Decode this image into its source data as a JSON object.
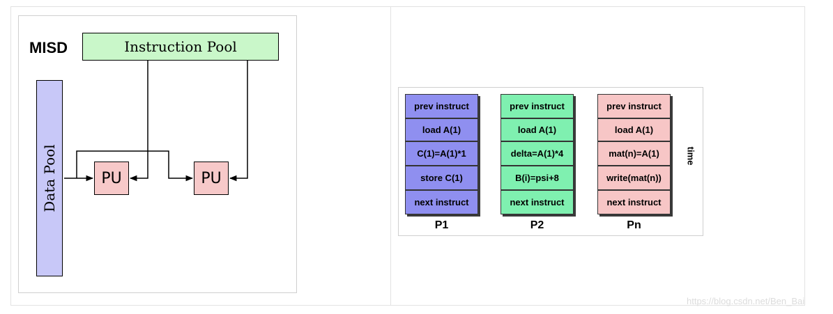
{
  "misd": {
    "label": "MISD",
    "instruction_pool": "Instruction Pool",
    "data_pool": "Data Pool",
    "units": [
      "PU",
      "PU"
    ]
  },
  "execution": {
    "columns": [
      {
        "label": "P1",
        "color": "#8f8ff0",
        "cells": [
          "prev instruct",
          "load A(1)",
          "C(1)=A(1)*1",
          "store C(1)",
          "next instruct"
        ]
      },
      {
        "label": "P2",
        "color": "#7ff0b0",
        "cells": [
          "prev instruct",
          "load A(1)",
          "delta=A(1)*4",
          "B(i)=psi+8",
          "next instruct"
        ]
      },
      {
        "label": "Pn",
        "color": "#f7c6c6",
        "cells": [
          "prev instruct",
          "load A(1)",
          "mat(n)=A(1)",
          "write(mat(n))",
          "next instruct"
        ]
      }
    ],
    "time_label": "time"
  },
  "watermark": "https://blog.csdn.net/Ben_Bai"
}
